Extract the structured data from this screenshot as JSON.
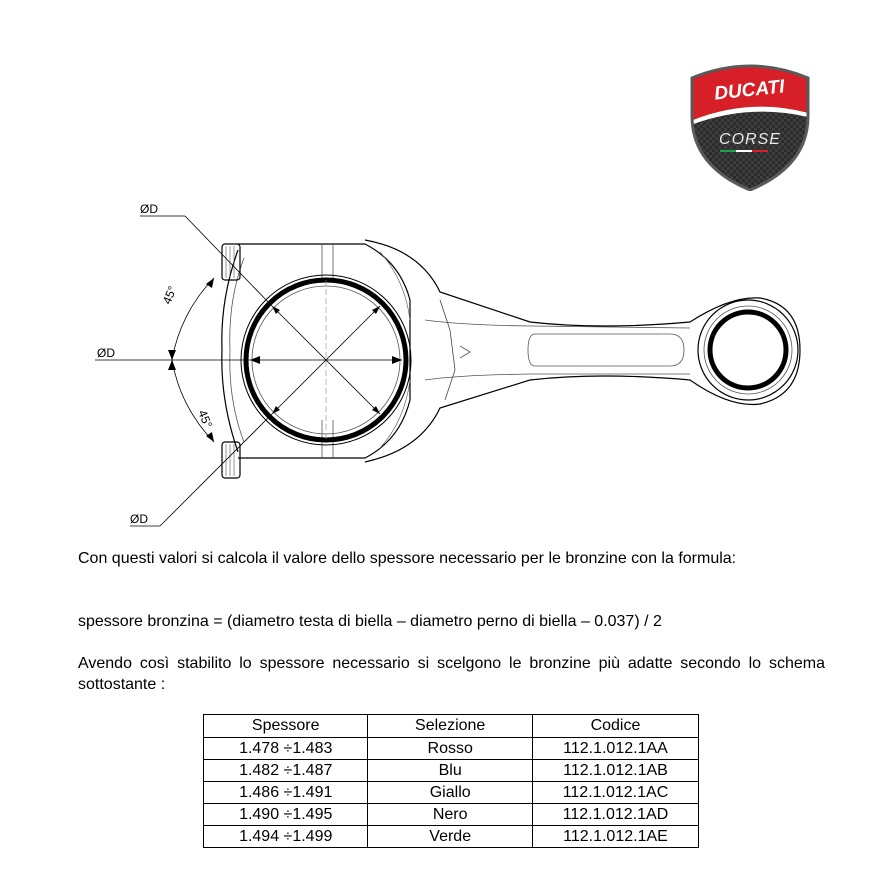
{
  "logo": {
    "brand": "DUCATI",
    "sub": "CORSE"
  },
  "drawing": {
    "labels": {
      "d_top": "ØD",
      "d_mid": "ØD",
      "d_bottom": "ØD",
      "angle_top": "45°",
      "angle_bottom": "45°"
    }
  },
  "text": {
    "p1": "Con questi valori si calcola il valore dello spessore necessario per le bronzine con la formula:",
    "formula": "spessore bronzina = (diametro testa di biella – diametro perno di biella – 0.037) / 2",
    "p2": "Avendo così stabilito lo spessore necessario si scelgono le bronzine più adatte secondo lo schema sottostante :"
  },
  "table": {
    "headers": [
      "Spessore",
      "Selezione",
      "Codice"
    ],
    "rows": [
      [
        "1.478 ÷1.483",
        "Rosso",
        "112.1.012.1AA"
      ],
      [
        "1.482 ÷1.487",
        "Blu",
        "112.1.012.1AB"
      ],
      [
        "1.486 ÷1.491",
        "Giallo",
        "112.1.012.1AC"
      ],
      [
        "1.490 ÷1.495",
        "Nero",
        "112.1.012.1AD"
      ],
      [
        "1.494 ÷1.499",
        "Verde",
        "112.1.012.1AE"
      ]
    ]
  }
}
